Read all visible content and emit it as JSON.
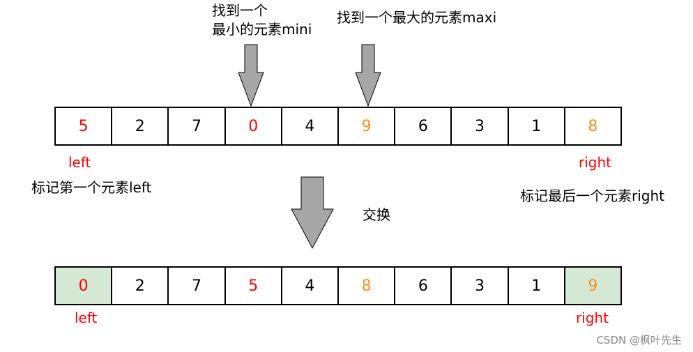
{
  "annotations": {
    "find_min_line1": "找到一个",
    "find_min_line2": "最小的元素mini",
    "find_max": "找到一个最大的元素maxi",
    "mark_left": "标记第一个元素left",
    "mark_right": "标记最后一个元素right",
    "swap": "交换"
  },
  "top_array": {
    "cells": [
      "5",
      "2",
      "7",
      "0",
      "4",
      "9",
      "6",
      "3",
      "1",
      "8"
    ],
    "left_label": "left",
    "right_label": "right"
  },
  "bottom_array": {
    "cells": [
      "0",
      "2",
      "7",
      "5",
      "4",
      "8",
      "6",
      "3",
      "1",
      "9"
    ],
    "left_label": "left",
    "right_label": "right"
  },
  "watermark": "CSDN @枫叶先生",
  "colors": {
    "red": "#ff0000",
    "orange": "#ff8c1a",
    "highlight_green": "#d5e8d4",
    "arrow_gray": "#a6a6a6"
  }
}
